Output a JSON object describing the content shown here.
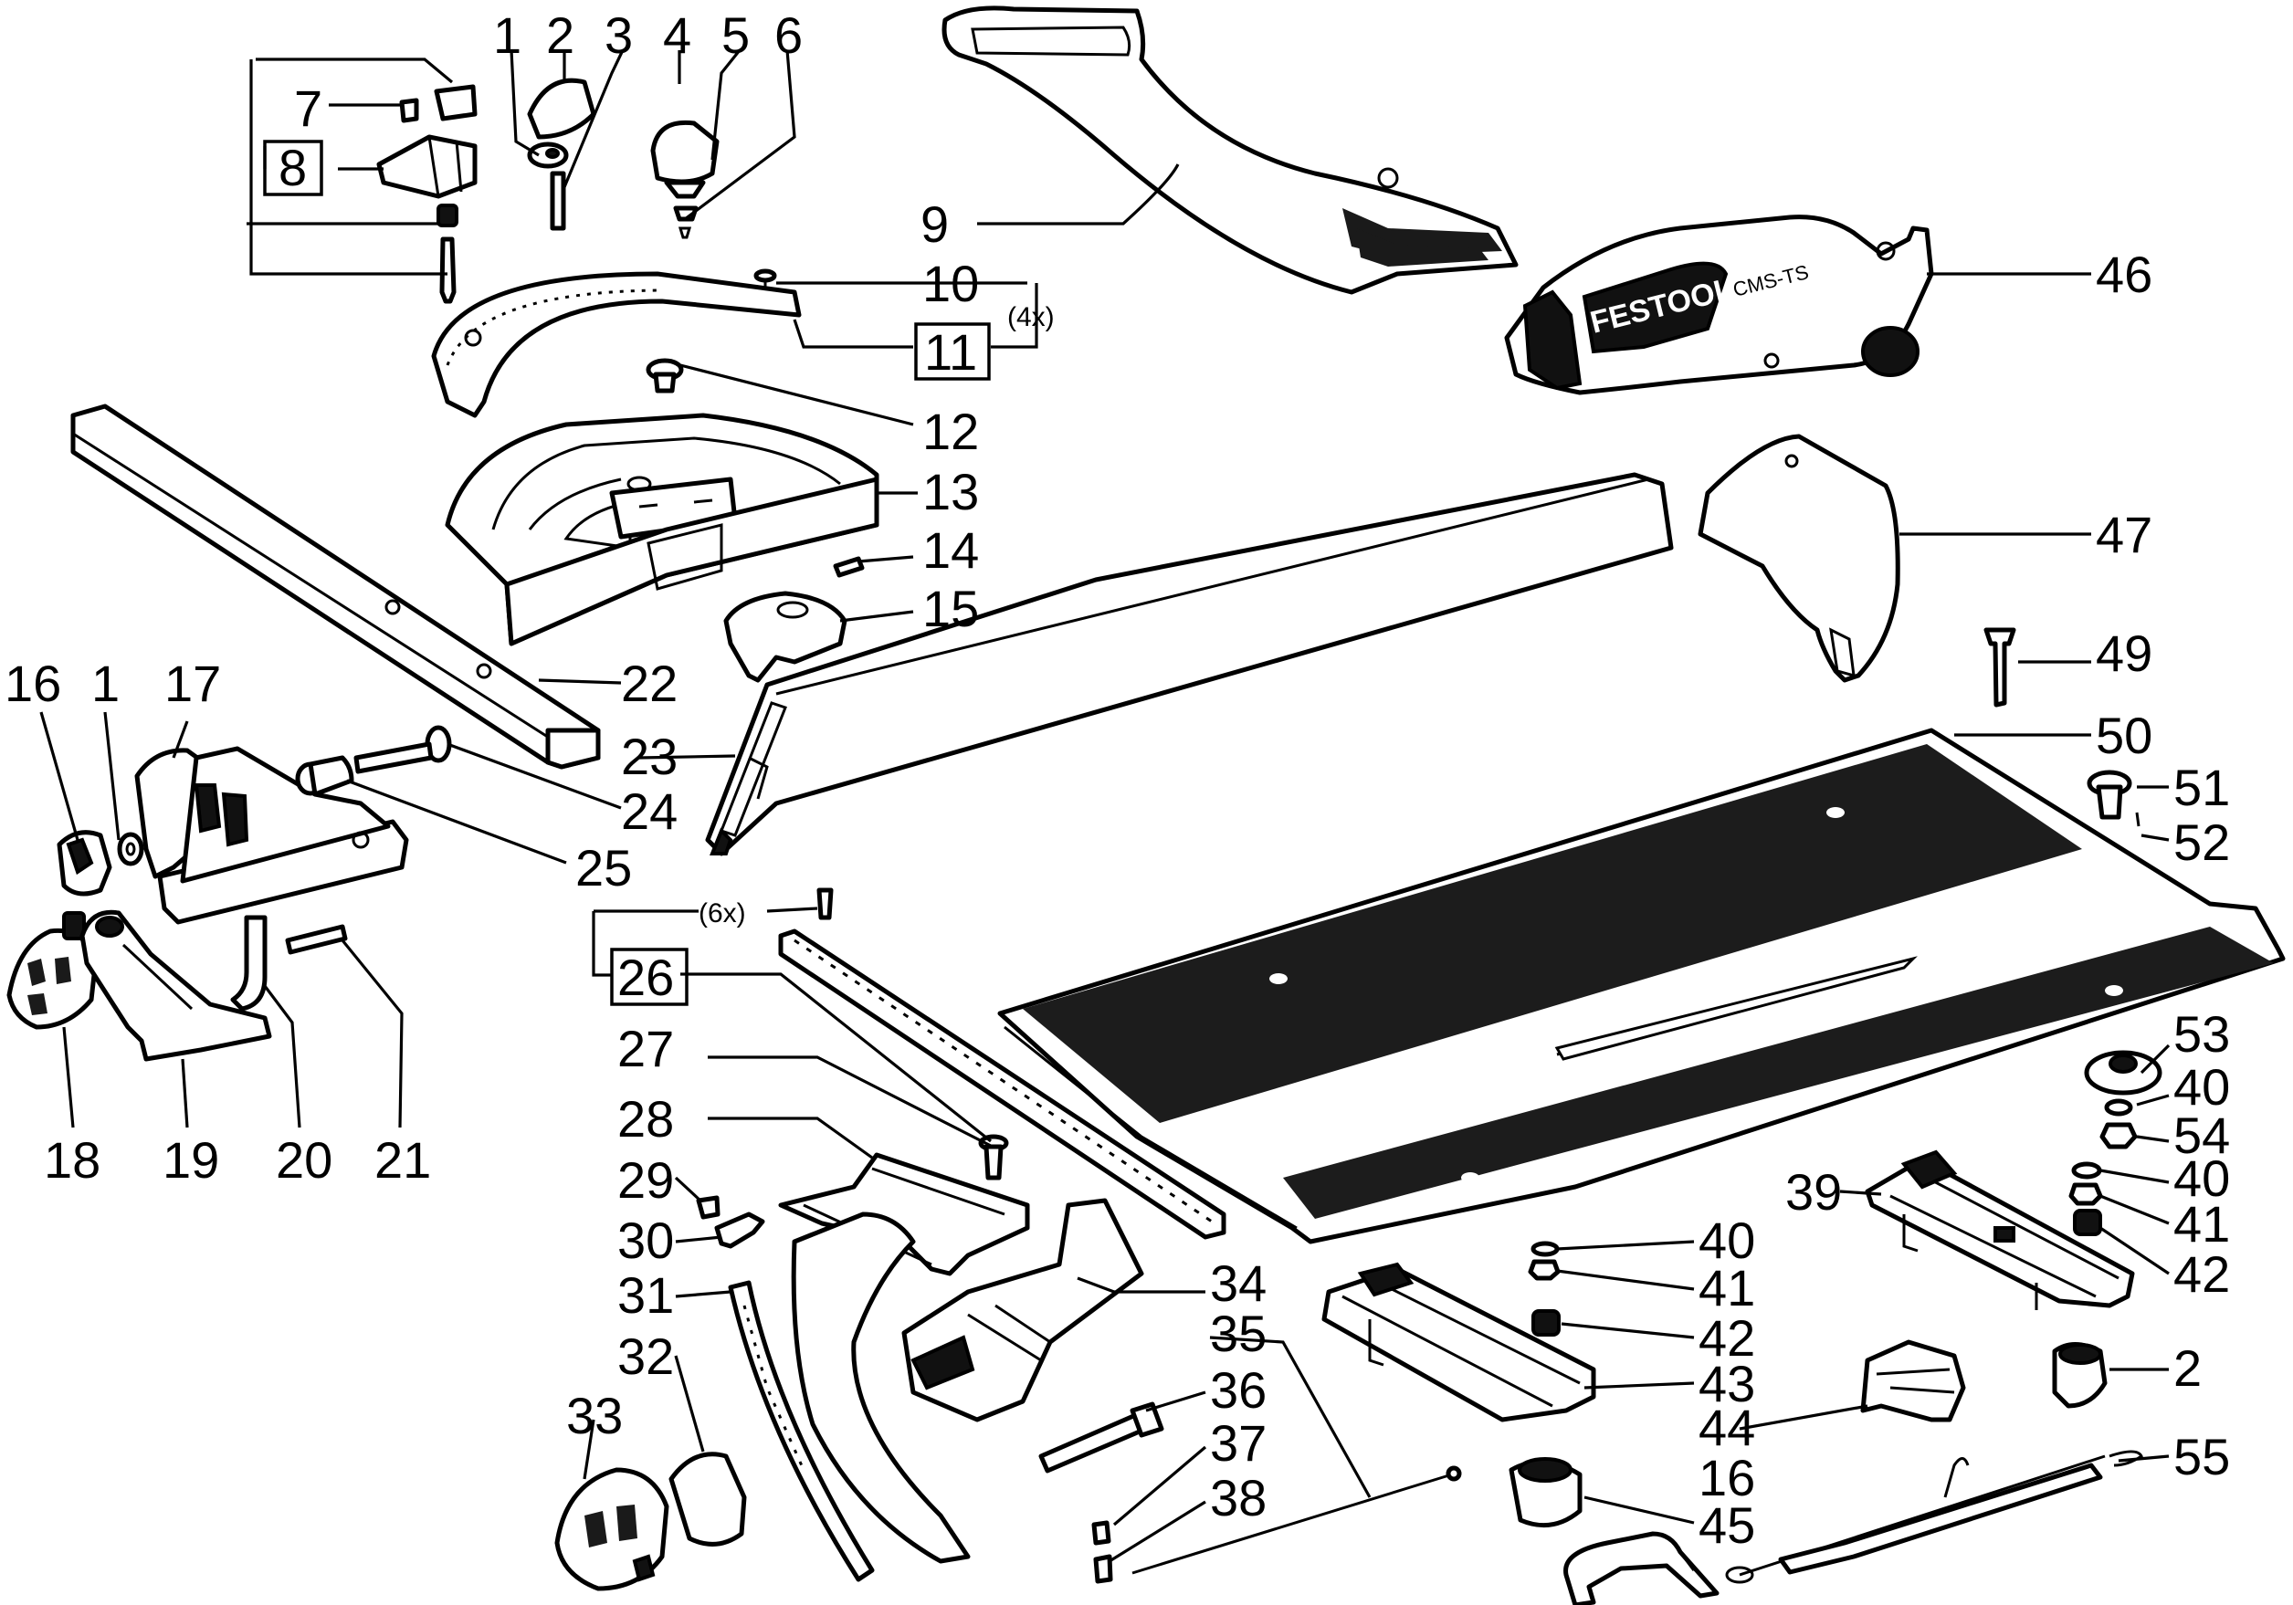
{
  "title": "Festool table saw exploded parts diagram",
  "parts": [
    {
      "n": "1"
    },
    {
      "n": "2"
    },
    {
      "n": "3"
    },
    {
      "n": "4"
    },
    {
      "n": "5"
    },
    {
      "n": "6"
    },
    {
      "n": "7"
    },
    {
      "n": "8"
    },
    {
      "n": "9"
    },
    {
      "n": "10"
    },
    {
      "n": "11"
    },
    {
      "n": "12"
    },
    {
      "n": "13"
    },
    {
      "n": "14"
    },
    {
      "n": "15"
    },
    {
      "n": "16"
    },
    {
      "n": "1"
    },
    {
      "n": "17"
    },
    {
      "n": "18"
    },
    {
      "n": "19"
    },
    {
      "n": "20"
    },
    {
      "n": "21"
    },
    {
      "n": "22"
    },
    {
      "n": "23"
    },
    {
      "n": "24"
    },
    {
      "n": "25"
    },
    {
      "n": "26"
    },
    {
      "n": "27"
    },
    {
      "n": "28"
    },
    {
      "n": "29"
    },
    {
      "n": "30"
    },
    {
      "n": "31"
    },
    {
      "n": "32"
    },
    {
      "n": "33"
    },
    {
      "n": "34"
    },
    {
      "n": "35"
    },
    {
      "n": "36"
    },
    {
      "n": "37"
    },
    {
      "n": "38"
    },
    {
      "n": "39"
    },
    {
      "n": "40"
    },
    {
      "n": "41"
    },
    {
      "n": "42"
    },
    {
      "n": "43"
    },
    {
      "n": "44"
    },
    {
      "n": "45"
    },
    {
      "n": "16"
    },
    {
      "n": "46"
    },
    {
      "n": "47"
    },
    {
      "n": "49"
    },
    {
      "n": "50"
    },
    {
      "n": "51"
    },
    {
      "n": "52"
    },
    {
      "n": "53"
    },
    {
      "n": "40"
    },
    {
      "n": "54"
    },
    {
      "n": "40"
    },
    {
      "n": "41"
    },
    {
      "n": "42"
    },
    {
      "n": "2"
    },
    {
      "n": "55"
    }
  ],
  "quantities": {
    "q10_11": "(4x)",
    "q26": "(6x)"
  },
  "brand": {
    "logo_text": "FESTOOL",
    "model_text": "CMS-TS"
  }
}
